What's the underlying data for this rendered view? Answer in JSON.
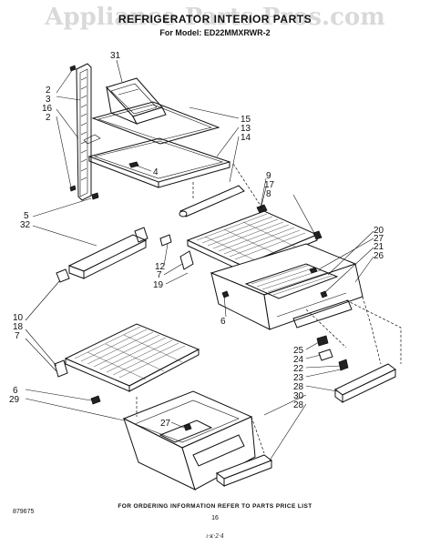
{
  "header": {
    "watermark": "Appliance Parts Pros.com",
    "title": "REFRIGERATOR INTERIOR PARTS",
    "model_line": "For Model: ED22MMXRWR-2"
  },
  "callouts": [
    "31",
    "2",
    "3",
    "16",
    "2",
    "15",
    "13",
    "14",
    "4",
    "9",
    "17",
    "8",
    "5",
    "32",
    "20",
    "27",
    "21",
    "26",
    "12",
    "7",
    "19",
    "6",
    "10",
    "18",
    "7",
    "25",
    "24",
    "22",
    "23",
    "28",
    "30",
    "28",
    "6",
    "29",
    "27"
  ],
  "footer": {
    "ordering_note": "FOR ORDERING INFORMATION REFER TO PARTS PRICE LIST",
    "page_number": "16",
    "part_code": "879675",
    "handwritten_mark": "ι·κ·2·4"
  },
  "colors": {
    "ink": "#111111",
    "paper": "#ffffff"
  }
}
